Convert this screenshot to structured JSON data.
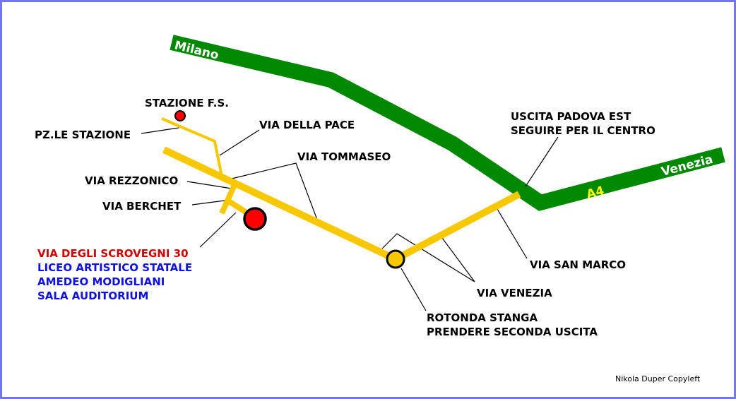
{
  "map": {
    "colors": {
      "highway": "#008800",
      "road": "#f7c800",
      "destination": "#ff0000",
      "border": "#7474f8",
      "address_red": "#cc0000",
      "address_blue": "#1010e0"
    },
    "highway": {
      "name": "A4",
      "west_label": "Milano",
      "east_label": "Venezia"
    },
    "labels": {
      "stazione_fs": "STAZIONE F.S.",
      "pzle_stazione": "PZ.LE STAZIONE",
      "via_della_pace": "VIA DELLA PACE",
      "via_tommaseo": "VIA TOMMASEO",
      "via_rezzonico": "VIA REZZONICO",
      "via_berchet": "VIA BERCHET",
      "uscita_line1": "USCITA PADOVA EST",
      "uscita_line2": "SEGUIRE PER IL CENTRO",
      "via_san_marco": "VIA SAN MARCO",
      "via_venezia": "VIA VENEZIA",
      "rotonda_line1": "ROTONDA STANGA",
      "rotonda_line2": "PRENDERE SECONDA USCITA"
    },
    "destination": {
      "address": "VIA DEGLI SCROVEGNI 30",
      "line2": "LICEO ARTISTICO STATALE",
      "line3": "AMEDEO MODIGLIANI",
      "line4": "SALA AUDITORIUM"
    },
    "credit": "Nikola Duper Copyleft"
  }
}
